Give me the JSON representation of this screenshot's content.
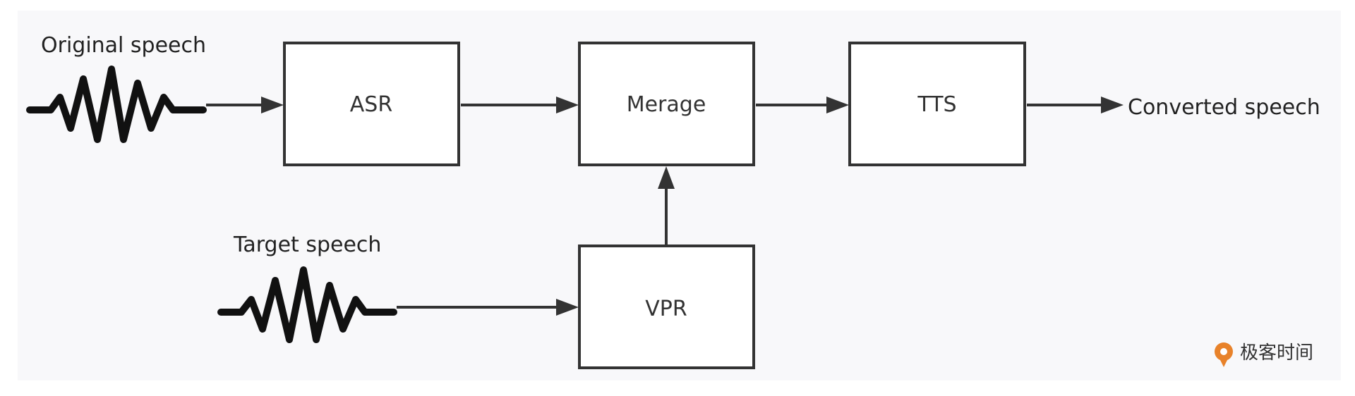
{
  "diagram": {
    "inputs": {
      "original": "Original speech",
      "target": "Target speech"
    },
    "output": "Converted speech",
    "blocks": {
      "asr": "ASR",
      "merge": "Merage",
      "tts": "TTS",
      "vpr": "VPR"
    }
  },
  "watermark": {
    "text": "极客时间",
    "color": "#e8822a"
  },
  "colors": {
    "stroke": "#333333",
    "background": "#f8f8fa"
  }
}
